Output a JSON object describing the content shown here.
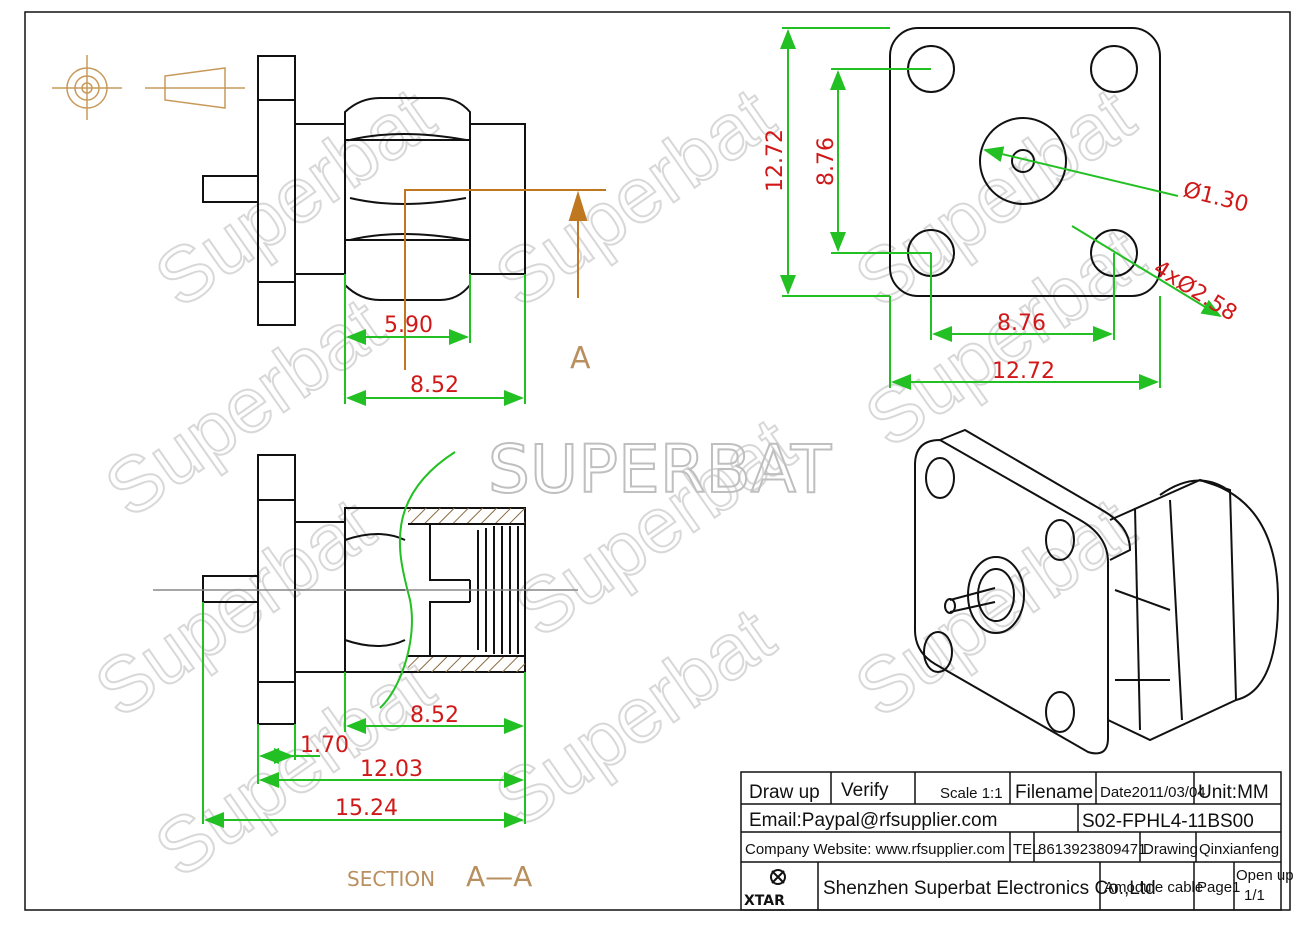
{
  "watermarks": {
    "brand_center": "SUPERBAT",
    "brand_tiled": "Superbat"
  },
  "drawing": {
    "section_marker": "A",
    "section_label_prefix": "SECTION",
    "section_label_suffix": "A—A",
    "side_view_dims": {
      "hex_width": "5.90",
      "body_length": "8.52"
    },
    "section_view_dims": {
      "body_length": "8.52",
      "flange_thickness": "1.70",
      "total_body": "12.03",
      "overall_length": "15.24"
    },
    "front_view_dims": {
      "flange_height": "12.72",
      "hole_spacing_v": "8.76",
      "hole_spacing_h": "8.76",
      "flange_width": "12.72",
      "pin_dia": "Ø1.30",
      "hole_dia": "4xØ2.58"
    }
  },
  "title_block": {
    "draw_up": "Draw up",
    "verify": "Verify",
    "scale": "Scale 1:1",
    "filename_label": "Filename",
    "date": "Date2011/03/04",
    "unit": "Unit:MM",
    "email": "Email:Paypal@rfsupplier.com",
    "part_number": "S02-FPHL4-11BS00",
    "website": "Company Website:  www.rfsupplier.com",
    "tel_label": "TEL",
    "tel": "8613923809471",
    "drawing_label": "Drawing",
    "drawer": "Qinxianfeng",
    "logo_text": "XTAR",
    "company": "Shenzhen Superbat Electronics Co.,Ltd",
    "product": "Amodule cable",
    "page": "Page1",
    "open_up": "Open up",
    "open_up_count": "1/1"
  },
  "colors": {
    "dimension": "#d01818",
    "dimension_line": "#22c022",
    "section_line": "#c07820",
    "outline": "#111111"
  }
}
